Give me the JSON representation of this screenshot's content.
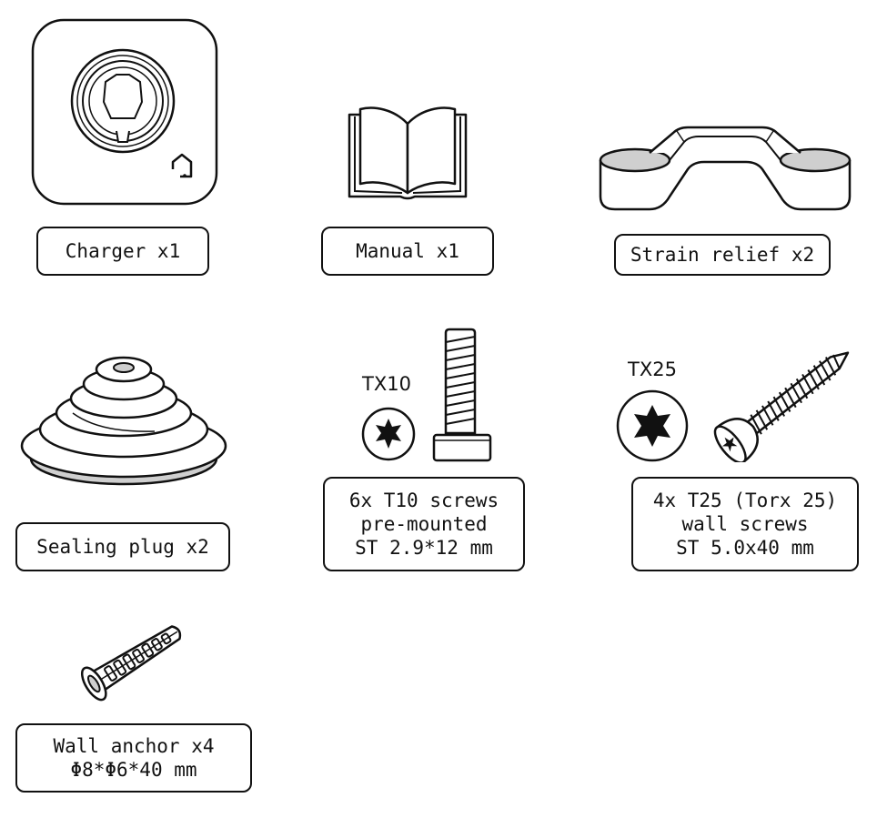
{
  "items": [
    {
      "label": [
        "Charger x1"
      ]
    },
    {
      "label": [
        "Manual x1"
      ]
    },
    {
      "label": [
        "Strain relief x2"
      ]
    },
    {
      "label": [
        "Sealing plug x2"
      ]
    },
    {
      "label": [
        "6x T10 screws",
        "pre-mounted",
        "ST 2.9*12 mm"
      ],
      "bit": "TX10"
    },
    {
      "label": [
        "4x T25 (Torx 25)",
        "wall screws",
        "ST 5.0x40 mm"
      ],
      "bit": "TX25"
    },
    {
      "label": [
        "Wall anchor x4",
        "Φ8*Φ6*40 mm"
      ]
    }
  ],
  "colors": {
    "line": "#111111",
    "fill_gray": "#cfcfcf",
    "background": "#ffffff"
  },
  "icons": [
    "charger-illustration",
    "book-icon",
    "strain-relief-illustration",
    "sealing-plug-illustration",
    "torx-t10-icon",
    "t10-screw-illustration",
    "torx-t25-icon",
    "wall-screw-illustration",
    "wall-anchor-illustration"
  ]
}
